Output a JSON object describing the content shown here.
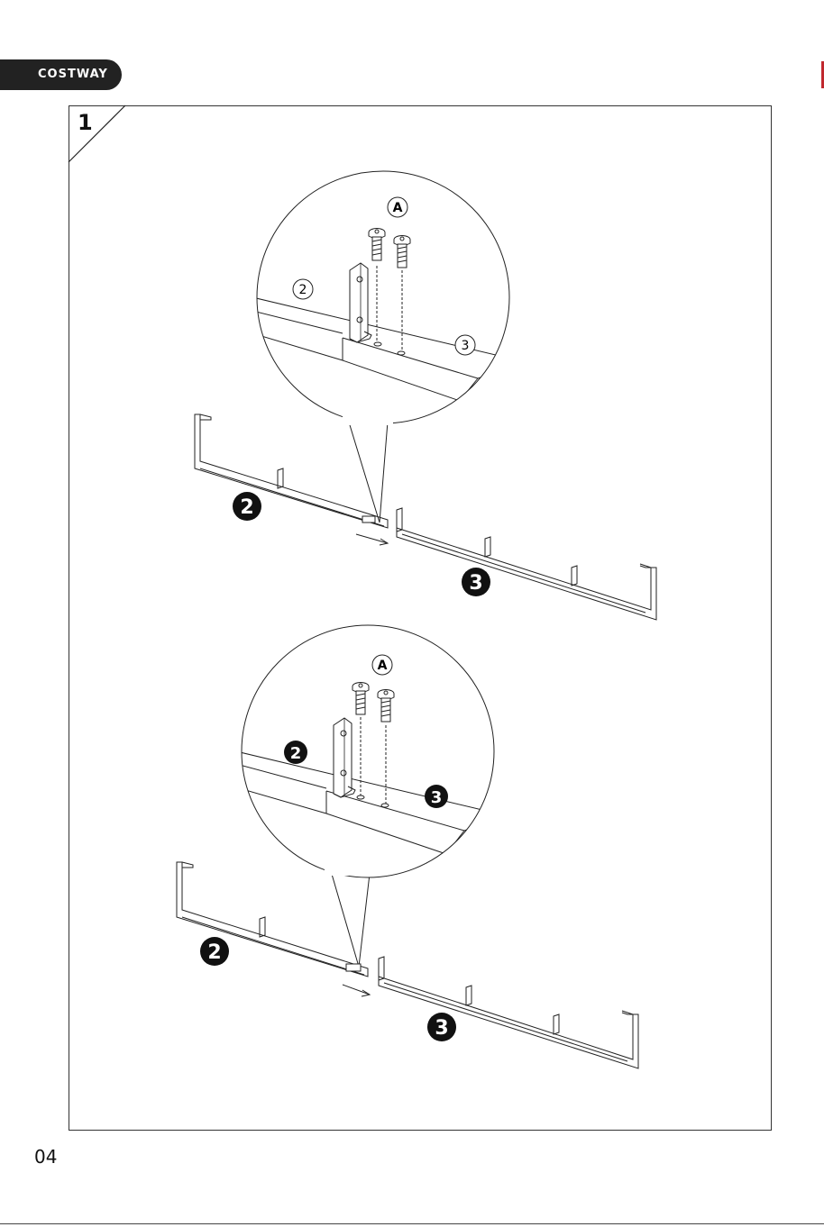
{
  "header": {
    "brand": "COSTWAY",
    "brand_color": "#222222",
    "accent_color": "#c0282e"
  },
  "step": {
    "number": "1"
  },
  "footer": {
    "page_number": "04"
  },
  "diagram": {
    "hardware_label": "A",
    "part_left": "2",
    "part_right": "3"
  }
}
